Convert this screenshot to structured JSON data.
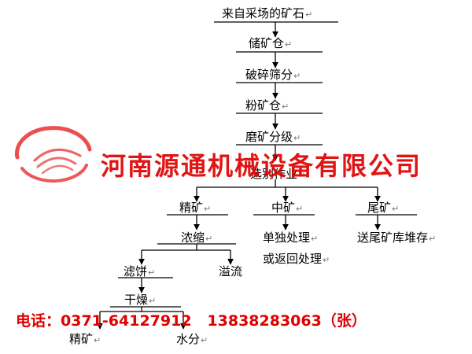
{
  "flowchart": {
    "source": "来自采场的矿石",
    "storage": "储矿仓",
    "crush": "破碎筛分",
    "powder_bin": "粉矿仓",
    "grind": "磨矿分级",
    "select": "选别作业",
    "concentrate": "精矿",
    "middling": "中矿",
    "tailings": "尾矿",
    "thicken": "浓缩",
    "middling_note_1": "单独处理",
    "middling_note_2": "或返回处理",
    "tailings_note": "送尾矿库堆存",
    "filter_cake": "滤饼",
    "overflow": "溢流",
    "dry": "干燥",
    "final_concentrate": "精矿",
    "moisture": "水分",
    "return_mark": "↵"
  },
  "watermark": {
    "company": "河南源通机械设备有限公司",
    "phone_label": "电话：",
    "phone_1": "0371-64127912",
    "phone_2": "13838283063（张）",
    "color": "#e00000"
  }
}
